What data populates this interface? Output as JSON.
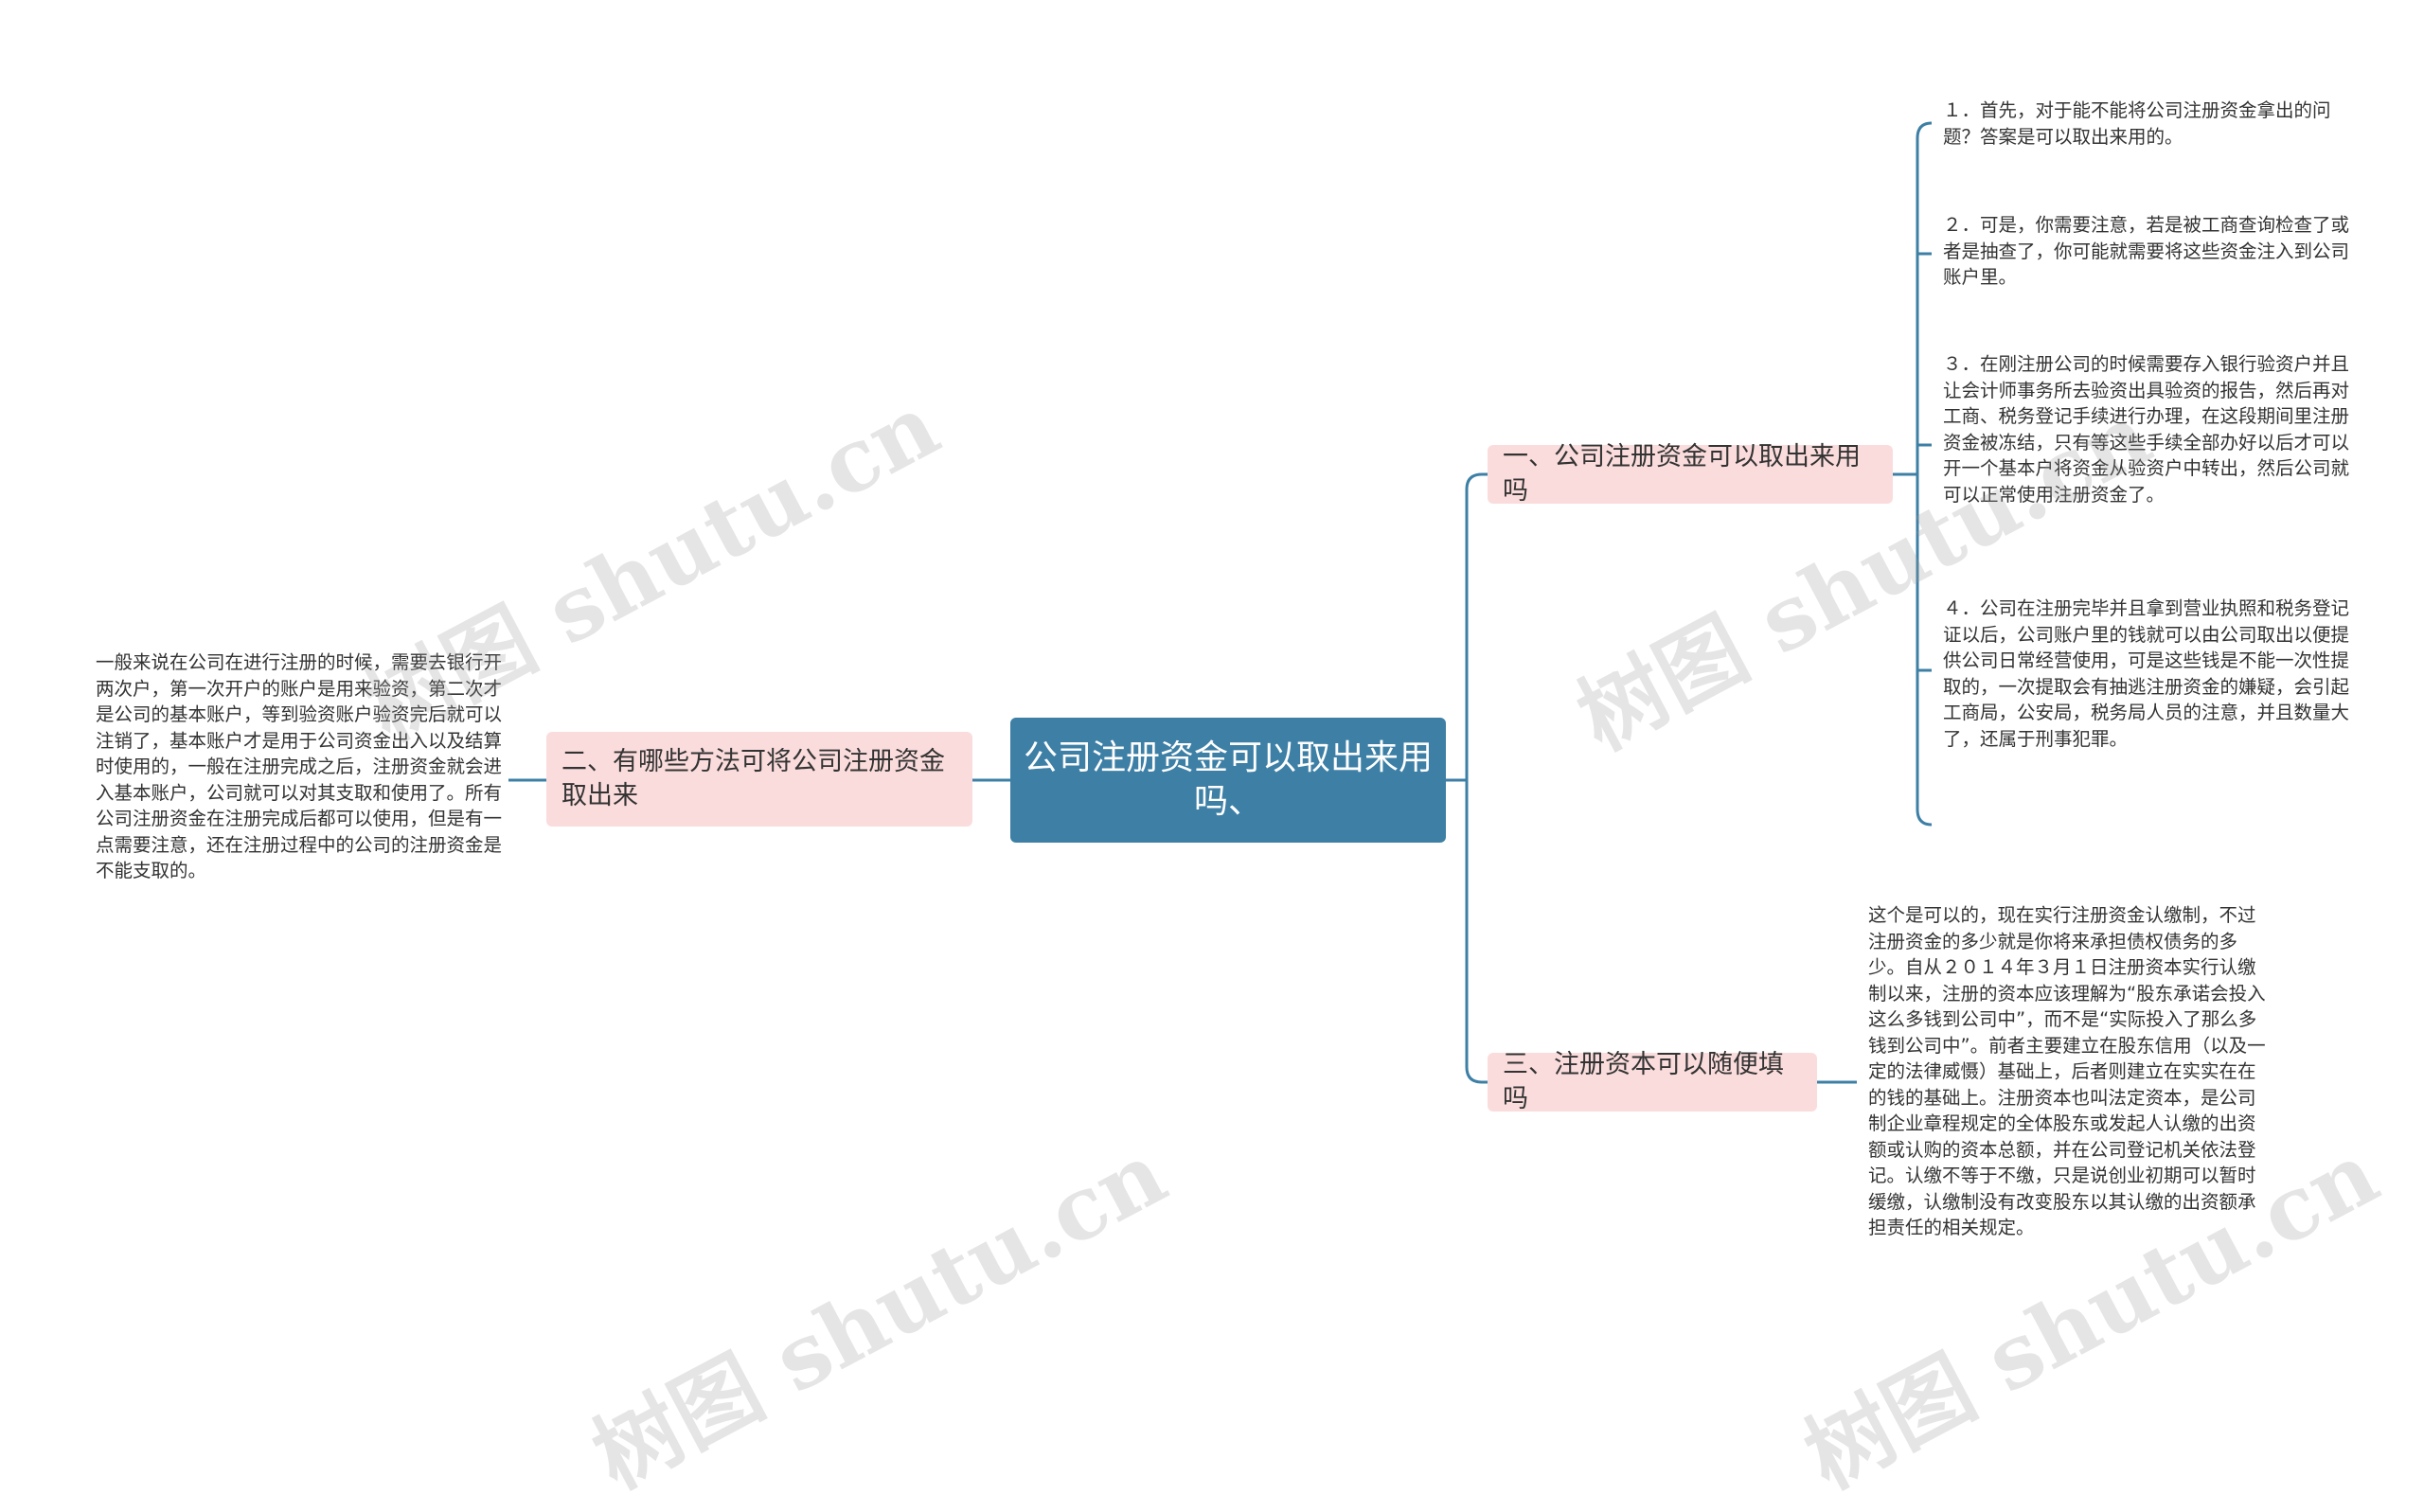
{
  "root": {
    "text": "公司注册资金可以取出来用吗、"
  },
  "branches": [
    {
      "text": "一、公司注册资金可以取出来用吗",
      "leaves": [
        "１．首先，对于能不能将公司注册资金拿出的问题？答案是可以取出来用的。",
        "２．可是，你需要注意，若是被工商查询检查了或者是抽查了，你可能就需要将这些资金注入到公司账户里。",
        "３．在刚注册公司的时候需要存入银行验资户并且让会计师事务所去验资出具验资的报告，然后再对工商、税务登记手续进行办理，在这段期间里注册资金被冻结，只有等这些手续全部办好以后才可以开一个基本户将资金从验资户中转出，然后公司就可以正常使用注册资金了。",
        "４．公司在注册完毕并且拿到营业执照和税务登记证以后，公司账户里的钱就可以由公司取出以便提供公司日常经营使用，可是这些钱是不能一次性提取的，一次提取会有抽逃注册资金的嫌疑，会引起工商局，公安局，税务局人员的注意，并且数量大了，还属于刑事犯罪。"
      ]
    },
    {
      "text": "二、有哪些方法可将公司注册资金取出来",
      "leaves": [
        "一般来说在公司在进行注册的时候，需要去银行开两次户，第一次开户的账户是用来验资，第二次才是公司的基本账户，等到验资账户验资完后就可以注销了，基本账户才是用于公司资金出入以及结算时使用的，一般在注册完成之后，注册资金就会进入基本账户，公司就可以对其支取和使用了。所有公司注册资金在注册完成后都可以使用，但是有一点需要注意，还在注册过程中的公司的注册资金是不能支取的。"
      ]
    },
    {
      "text": "三、注册资本可以随便填吗",
      "leaves": [
        "这个是可以的，现在实行注册资金认缴制，不过注册资金的多少就是你将来承担债权债务的多少。自从２０１４年３月１日注册资本实行认缴制以来，注册的资本应该理解为“股东承诺会投入这么多钱到公司中”，而不是“实际投入了那么多钱到公司中”。前者主要建立在股东信用（以及一定的法律威慑）基础上，后者则建立在实实在在的钱的基础上。注册资本也叫法定资本，是公司制企业章程规定的全体股东或发起人认缴的出资额或认购的资本总额，并在公司登记机关依法登记。认缴不等于不缴，只是说创业初期可以暂时缓缴，认缴制没有改变股东以其认缴的出资额承担责任的相关规定。"
      ]
    }
  ],
  "watermark": {
    "text": "树图 shutu.cn"
  },
  "colors": {
    "root_bg": "#3d7fa5",
    "branch_bg": "#fbdcdc",
    "line": "#3d7fa5"
  }
}
